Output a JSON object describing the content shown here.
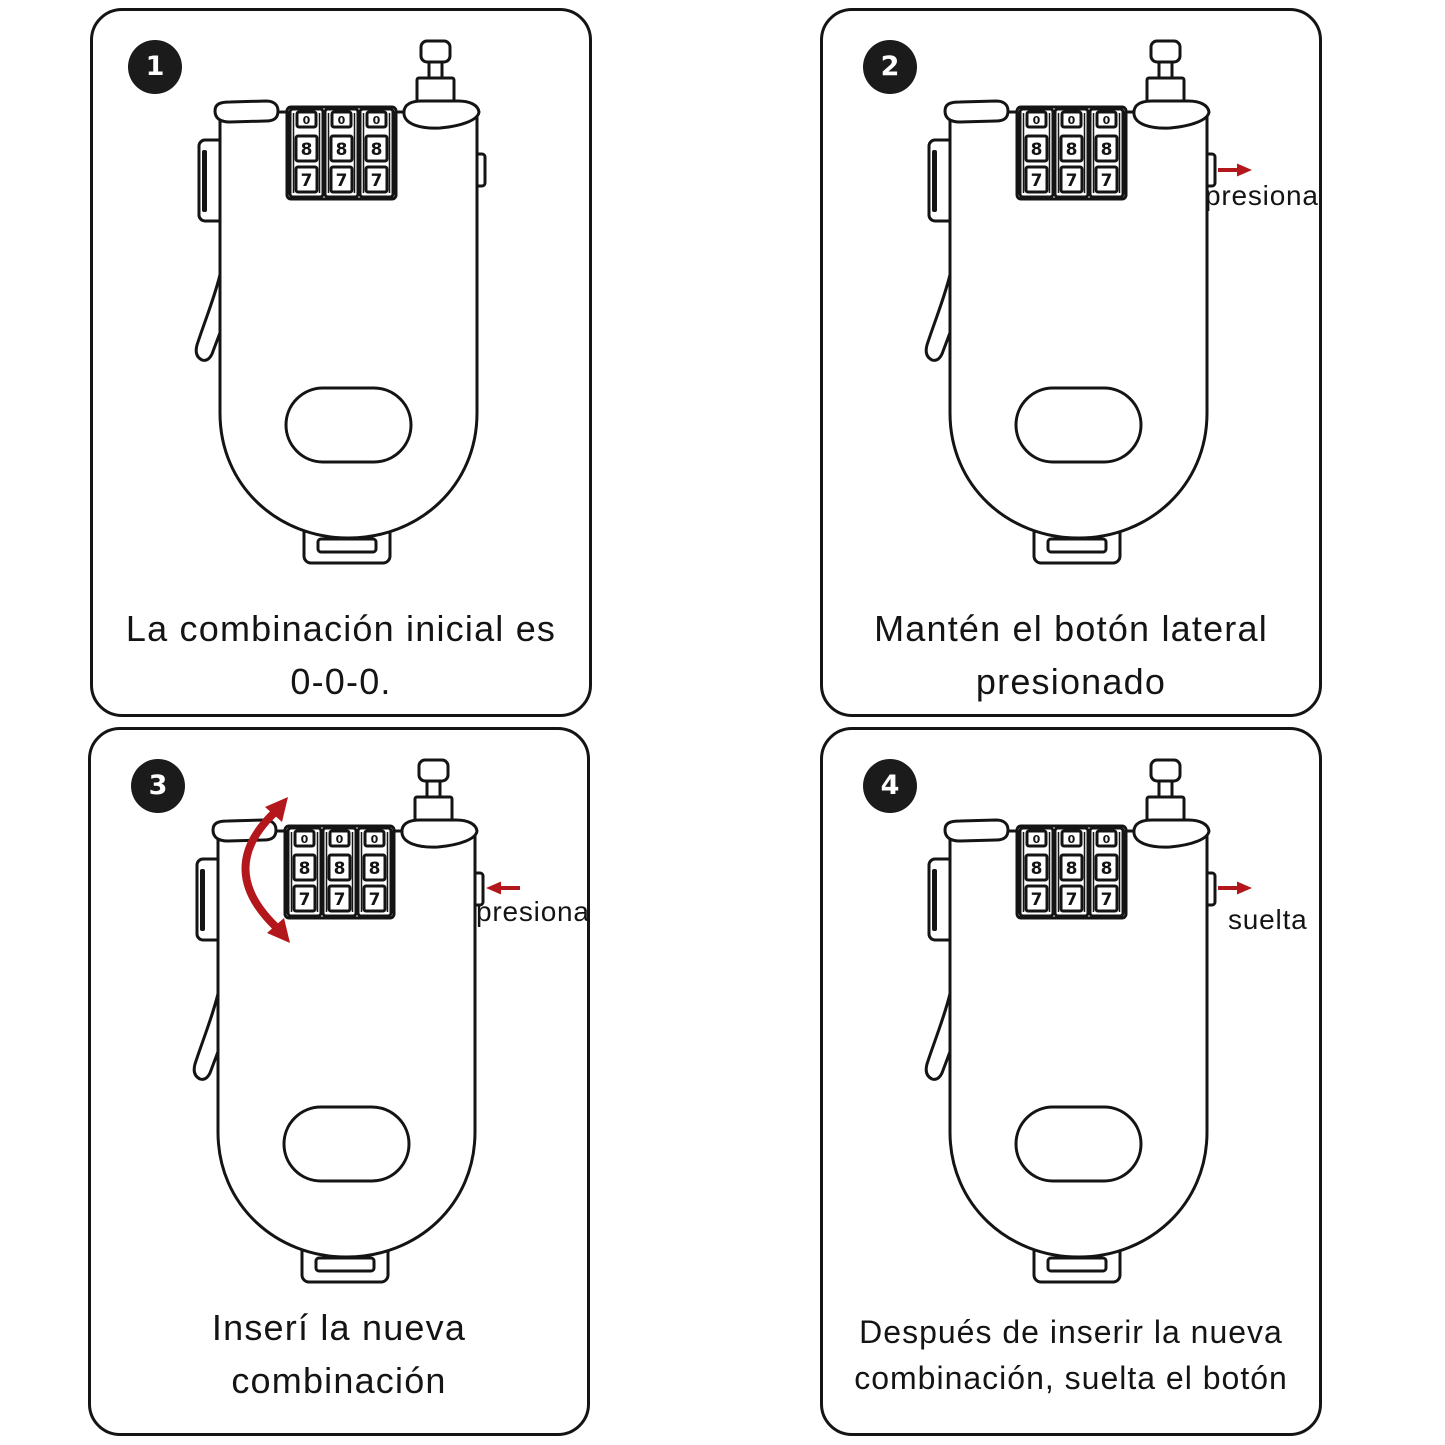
{
  "colors": {
    "ink": "#141414",
    "arrow": "#b3171b",
    "badge_bg": "#1b1b1b",
    "badge_text": "#ffffff",
    "background": "#ffffff"
  },
  "lock": {
    "icon": "combination-cable-lock-icon",
    "dial_digits": [
      "0",
      "8",
      "7"
    ]
  },
  "panels": [
    {
      "step": "1",
      "caption_lines": [
        "La combinación inicial es",
        "0-0-0."
      ],
      "indicator_icons": []
    },
    {
      "step": "2",
      "caption_lines": [
        "Mantén el botón lateral",
        "presionado"
      ],
      "side_label": "presiona",
      "indicator_icons": [
        "arrow-right-icon"
      ]
    },
    {
      "step": "3",
      "caption_lines": [
        "Inserí la nueva",
        "combinación"
      ],
      "side_label": "presiona",
      "indicator_icons": [
        "rotate-dials-arrow-icon",
        "arrow-left-icon"
      ]
    },
    {
      "step": "4",
      "caption_lines": [
        "Después de inserir la nueva",
        "combinación, suelta el botón"
      ],
      "side_label": "suelta",
      "indicator_icons": [
        "arrow-right-icon"
      ]
    }
  ]
}
